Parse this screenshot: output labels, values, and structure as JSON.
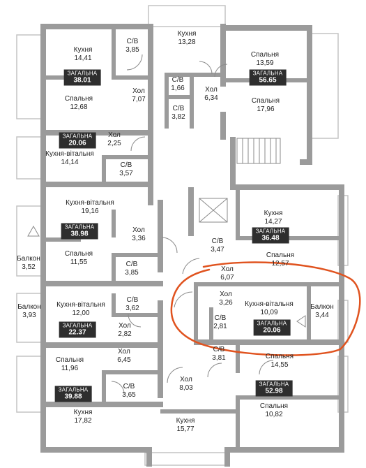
{
  "colors": {
    "wall": "#9b9b9b",
    "window": "#c4c4c4",
    "badge_bg": "#2e2e2e",
    "badge_text": "#ffffff",
    "highlight": "#e0531f"
  },
  "rooms": [
    {
      "id": "kitchen-a",
      "name": "Кухня",
      "area": "14,41"
    },
    {
      "id": "sv-a",
      "name": "С/В",
      "area": "3,85"
    },
    {
      "id": "kitchen-top",
      "name": "Кухня",
      "area": "13,28"
    },
    {
      "id": "bedroom-tr1",
      "name": "Спальня",
      "area": "13,59"
    },
    {
      "id": "sv-top1",
      "name": "С/В",
      "area": "1,66"
    },
    {
      "id": "hall-top",
      "name": "Хол",
      "area": "6,34"
    },
    {
      "id": "bedroom-a",
      "name": "Спальня",
      "area": "12,68"
    },
    {
      "id": "hall-a",
      "name": "Хол",
      "area": "7,07"
    },
    {
      "id": "sv-top2",
      "name": "С/В",
      "area": "3,82"
    },
    {
      "id": "bedroom-tr2",
      "name": "Спальня",
      "area": "17,96"
    },
    {
      "id": "hall-b",
      "name": "Хол",
      "area": "2,25"
    },
    {
      "id": "kitchen-living-b",
      "name": "Кухня-вітальня",
      "area": "14,14"
    },
    {
      "id": "sv-b",
      "name": "С/В",
      "area": "3,57"
    },
    {
      "id": "kitchen-living-c",
      "name": "Кухня-вітальня",
      "area": "19,16"
    },
    {
      "id": "kitchen-r",
      "name": "Кухня",
      "area": "14,27"
    },
    {
      "id": "hall-c",
      "name": "Хол",
      "area": "3,36"
    },
    {
      "id": "sv-mid",
      "name": "С/В",
      "area": "3,47"
    },
    {
      "id": "balcony-c",
      "name": "Балкон",
      "area": "3,52"
    },
    {
      "id": "bedroom-c",
      "name": "Спальня",
      "area": "11,55"
    },
    {
      "id": "sv-c",
      "name": "С/В",
      "area": "3,85"
    },
    {
      "id": "bedroom-r",
      "name": "Спальня",
      "area": "12,57"
    },
    {
      "id": "hall-mid",
      "name": "Хол",
      "area": "6,07"
    },
    {
      "id": "hall-e",
      "name": "Хол",
      "area": "3,26"
    },
    {
      "id": "kitchen-living-e",
      "name": "Кухня-вітальня",
      "area": "10,09"
    },
    {
      "id": "balcony-e",
      "name": "Балкон",
      "area": "3,44"
    },
    {
      "id": "sv-e",
      "name": "С/В",
      "area": "2,81"
    },
    {
      "id": "balcony-d",
      "name": "Балкон",
      "area": "3,93"
    },
    {
      "id": "kitchen-living-d",
      "name": "Кухня-вітальня",
      "area": "12,00"
    },
    {
      "id": "sv-d",
      "name": "С/В",
      "area": "3,62"
    },
    {
      "id": "hall-d",
      "name": "Хол",
      "area": "2,82"
    },
    {
      "id": "sv-f",
      "name": "С/В",
      "area": "3,81"
    },
    {
      "id": "bedroom-f",
      "name": "Спальня",
      "area": "14,55"
    },
    {
      "id": "bedroom-g",
      "name": "Спальня",
      "area": "11,96"
    },
    {
      "id": "hall-g",
      "name": "Хол",
      "area": "6,45"
    },
    {
      "id": "hall-bottom",
      "name": "Хол",
      "area": "8,03"
    },
    {
      "id": "sv-g",
      "name": "С/В",
      "area": "3,65"
    },
    {
      "id": "bedroom-f2",
      "name": "Спальня",
      "area": "10,82"
    },
    {
      "id": "kitchen-g",
      "name": "Кухня",
      "area": "17,82"
    },
    {
      "id": "kitchen-bottom",
      "name": "Кухня",
      "area": "15,77"
    }
  ],
  "totals": [
    {
      "id": "apt-a",
      "label": "ЗАГАЛЬНА",
      "value": "38.01"
    },
    {
      "id": "apt-tr",
      "label": "ЗАГАЛЬНА",
      "value": "56.65"
    },
    {
      "id": "apt-b",
      "label": "ЗАГАЛЬНА",
      "value": "20.06"
    },
    {
      "id": "apt-c",
      "label": "ЗАГАЛЬНА",
      "value": "38.98"
    },
    {
      "id": "apt-r",
      "label": "ЗАГАЛЬНА",
      "value": "36.48"
    },
    {
      "id": "apt-e",
      "label": "ЗАГАЛЬНА",
      "value": "20.06"
    },
    {
      "id": "apt-d",
      "label": "ЗАГАЛЬНА",
      "value": "22.37"
    },
    {
      "id": "apt-f",
      "label": "ЗАГАЛЬНА",
      "value": "52.98"
    },
    {
      "id": "apt-g",
      "label": "ЗАГАЛЬНА",
      "value": "39.88"
    }
  ]
}
